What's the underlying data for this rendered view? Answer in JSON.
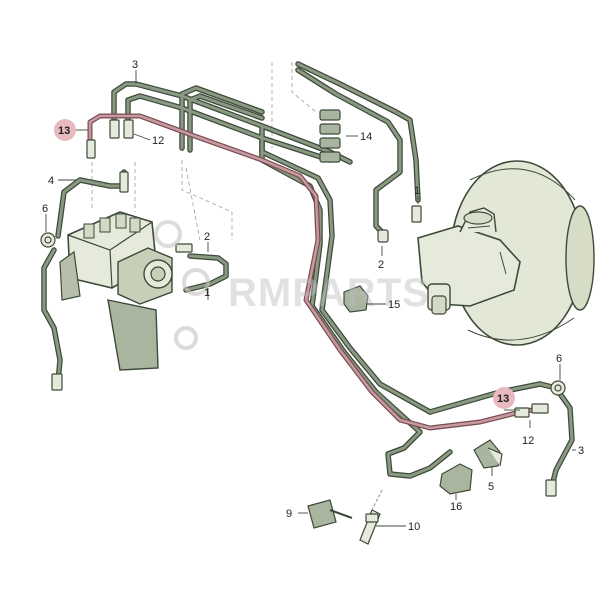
{
  "diagram": {
    "callouts": [
      {
        "id": "c1",
        "label": "13",
        "highlight": true
      },
      {
        "id": "c2",
        "label": "3",
        "highlight": false
      },
      {
        "id": "c3",
        "label": "12",
        "highlight": false
      },
      {
        "id": "c4",
        "label": "4",
        "highlight": false
      },
      {
        "id": "c5",
        "label": "6",
        "highlight": false
      },
      {
        "id": "c6",
        "label": "2",
        "highlight": false
      },
      {
        "id": "c7",
        "label": "1",
        "highlight": false
      },
      {
        "id": "c8",
        "label": "14",
        "highlight": false
      },
      {
        "id": "c9",
        "label": "1",
        "highlight": false
      },
      {
        "id": "c10",
        "label": "2",
        "highlight": false
      },
      {
        "id": "c11",
        "label": "15",
        "highlight": false
      },
      {
        "id": "c12",
        "label": "6",
        "highlight": false
      },
      {
        "id": "c13",
        "label": "13",
        "highlight": true
      },
      {
        "id": "c14",
        "label": "12",
        "highlight": false
      },
      {
        "id": "c15",
        "label": "3",
        "highlight": false
      },
      {
        "id": "c16",
        "label": "5",
        "highlight": false
      },
      {
        "id": "c17",
        "label": "16",
        "highlight": false
      },
      {
        "id": "c18",
        "label": "9",
        "highlight": false
      },
      {
        "id": "c19",
        "label": "10",
        "highlight": false
      }
    ],
    "watermark": "RMPARTS",
    "colors": {
      "pipe": "#8a9a82",
      "pipe_dark": "#3d4a3a",
      "highlight_pipe": "#b07a80",
      "highlight_badge": "#e8b9bf",
      "component_fill": "#e6eadb",
      "component_stroke": "#3d4a3a"
    }
  }
}
